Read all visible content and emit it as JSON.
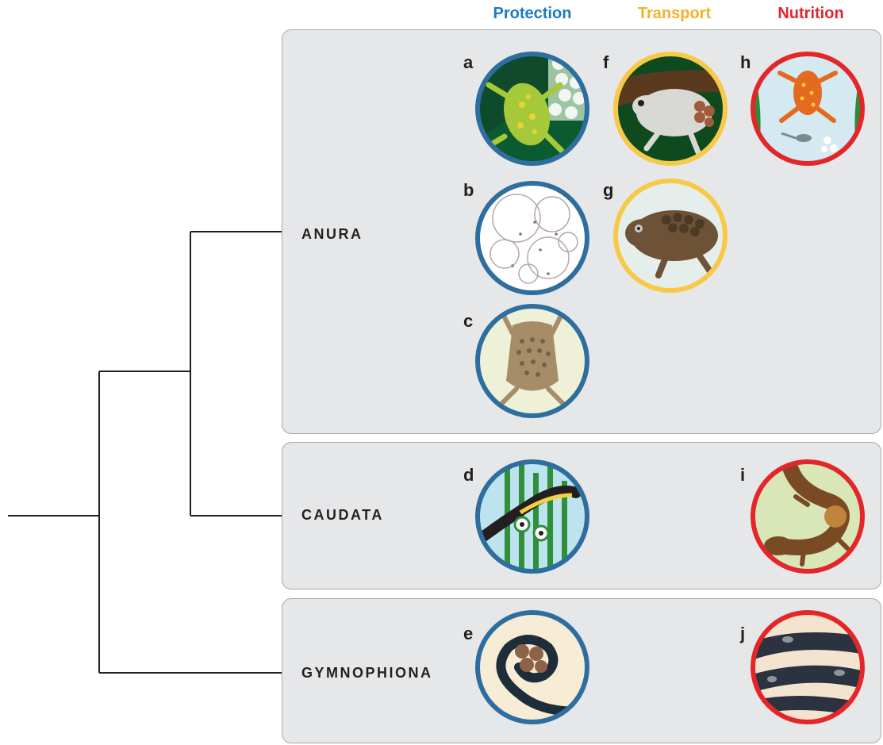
{
  "headers": {
    "protection": "Protection",
    "transport": "Transport",
    "nutrition": "Nutrition"
  },
  "clades": {
    "anura": "ANURA",
    "caudata": "CAUDATA",
    "gymnophiona": "GYMNOPHIONA"
  },
  "illustrations": [
    {
      "letter": "a",
      "category": "protection",
      "color": "#2e6e9e",
      "icon": "glass-frog-with-eggs-icon"
    },
    {
      "letter": "b",
      "category": "protection",
      "color": "#2e6e9e",
      "icon": "foam-nest-icon"
    },
    {
      "letter": "c",
      "category": "protection",
      "color": "#2e6e9e",
      "icon": "pipa-toad-back-eggs-icon"
    },
    {
      "letter": "d",
      "category": "protection",
      "color": "#2e6e9e",
      "icon": "newt-wrapping-eggs-in-leaves-icon"
    },
    {
      "letter": "e",
      "category": "protection",
      "color": "#2e6e9e",
      "icon": "caecilian-coiled-around-eggs-icon"
    },
    {
      "letter": "f",
      "category": "transport",
      "color": "#f7c948",
      "icon": "frog-carrying-eggs-icon"
    },
    {
      "letter": "g",
      "category": "transport",
      "color": "#f7c948",
      "icon": "toad-carrying-eggs-on-back-icon"
    },
    {
      "letter": "h",
      "category": "nutrition",
      "color": "#e3262a",
      "icon": "poison-frog-feeding-tadpole-icon"
    },
    {
      "letter": "i",
      "category": "nutrition",
      "color": "#e3262a",
      "icon": "salamander-internal-nutrition-icon"
    },
    {
      "letter": "j",
      "category": "nutrition",
      "color": "#e3262a",
      "icon": "caecilian-young-skin-feeding-icon"
    }
  ]
}
